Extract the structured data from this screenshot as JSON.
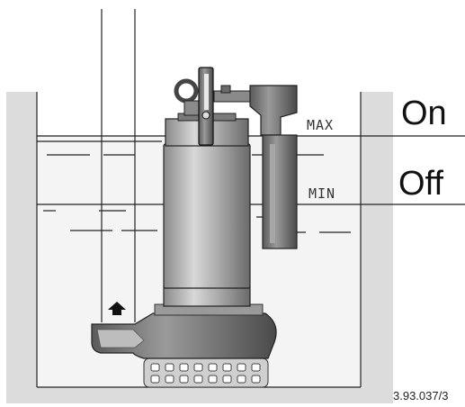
{
  "labels": {
    "max": "MAX",
    "min": "MIN",
    "on": "On",
    "off": "Off",
    "reference": "3.93.037/3"
  },
  "colors": {
    "tank_wall": "#dcdcdc",
    "water": "#f3f3f3",
    "pump_body": "#b8b8b8",
    "pump_dark": "#6e6e6e",
    "line": "#222222"
  },
  "icons": [
    "discharge-arrow-icon"
  ]
}
